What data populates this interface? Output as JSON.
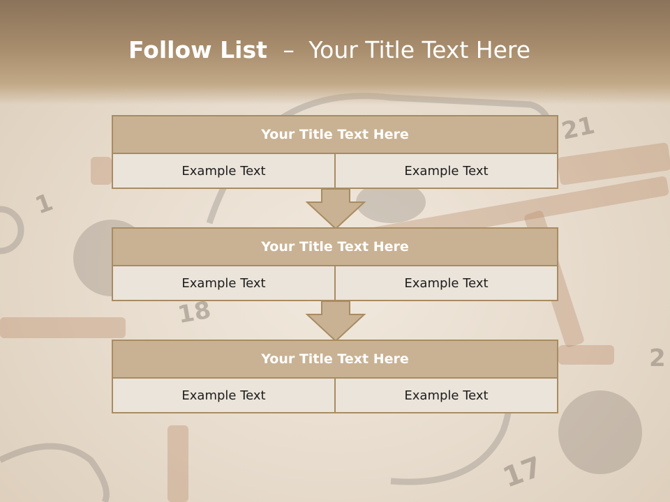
{
  "slide": {
    "title_bold": "Follow List",
    "title_sep": "–",
    "title_rest": "Your Title Text Here"
  },
  "colors": {
    "header": "#a78c6c",
    "block_title_bg": "#c8b293",
    "block_border": "#a88b62",
    "cell_bg": "#ebe4da"
  },
  "blocks": [
    {
      "title": "Your Title Text Here",
      "cells": [
        "Example Text",
        "Example Text"
      ]
    },
    {
      "title": "Your Title Text Here",
      "cells": [
        "Example Text",
        "Example Text"
      ]
    },
    {
      "title": "Your Title Text Here",
      "cells": [
        "Example Text",
        "Example Text"
      ]
    }
  ],
  "background_numbers": [
    "1",
    "21",
    "18",
    "2",
    "17"
  ],
  "icons": [
    "down-arrow-icon",
    "down-arrow-icon"
  ]
}
